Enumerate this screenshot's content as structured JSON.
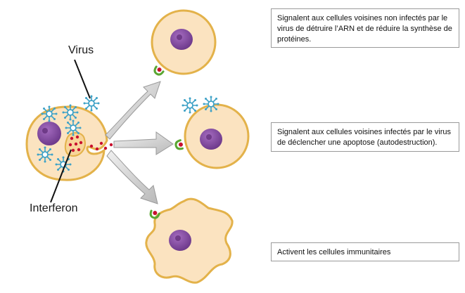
{
  "labels": {
    "virus": "Virus",
    "interferon": "Interferon"
  },
  "boxes": [
    {
      "text": "Signalent aux cellules voisines non infectés par le virus de détruire l’ARN et de réduire la synthèse de protéines."
    },
    {
      "text": "Signalent aux cellules voisines infectés par le virus de déclencher une apoptose (autodestruction)."
    },
    {
      "text": "Activent les cellules immunitaires"
    }
  ],
  "colors": {
    "cell_fill": "#fbe3c0",
    "cell_border": "#e3b24a",
    "nucleus": "#8b4fa6",
    "virus": "#3fa2c7",
    "interferon": "#c8102e",
    "receptor": "#5aa632",
    "arrow": "#cfcfcf"
  }
}
